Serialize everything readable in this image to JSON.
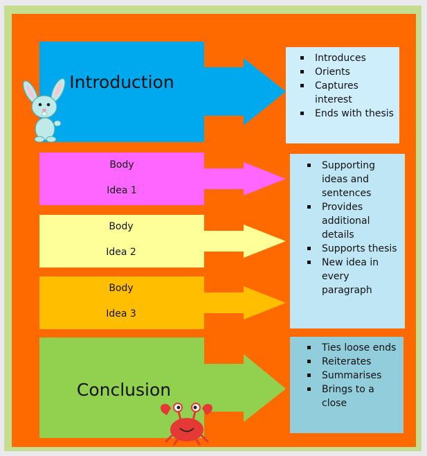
{
  "sections": {
    "introduction": {
      "title": "Introduction",
      "color": "#00a9ee"
    },
    "body1": {
      "line1": "Body",
      "line2": "Idea 1",
      "color": "#ff66ff"
    },
    "body2": {
      "line1": "Body",
      "line2": "Idea 2",
      "color": "#ffff99"
    },
    "body3": {
      "line1": "Body",
      "line2": "Idea 3",
      "color": "#ffbf00"
    },
    "conclusion": {
      "title": "Conclusion",
      "color": "#92d050"
    }
  },
  "panels": {
    "introduction": {
      "color": "#cfeefc",
      "items": [
        "Introduces",
        "Orients",
        "Captures interest",
        "Ends with thesis"
      ]
    },
    "body": {
      "color": "#bfe6f4",
      "items": [
        "Supporting ideas and sentences",
        "Provides additional details",
        "Supports thesis",
        "New idea in every paragraph"
      ]
    },
    "conclusion": {
      "color": "#92cddc",
      "items": [
        "Ties loose ends",
        "Reiterates",
        "Summarises",
        "Brings to a close"
      ]
    }
  },
  "icons": [
    "bunny-icon",
    "crab-icon"
  ],
  "colors": {
    "background": "#ff6a00",
    "frame": "#c4dd8e"
  }
}
